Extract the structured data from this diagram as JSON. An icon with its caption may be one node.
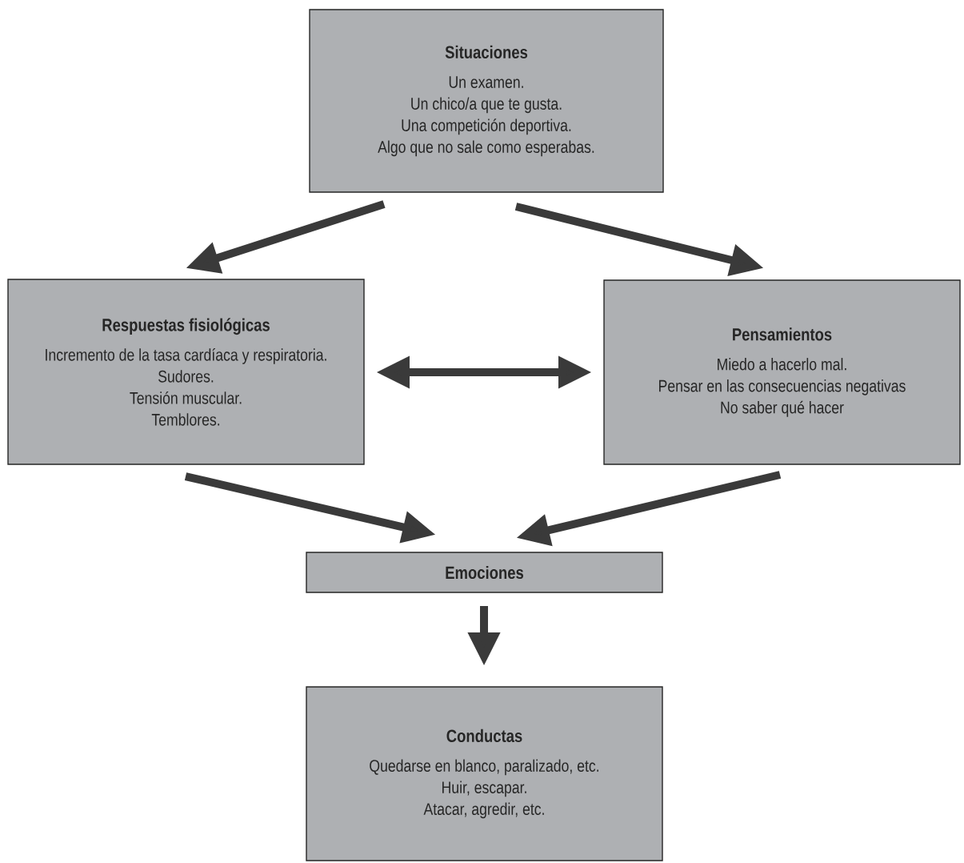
{
  "diagram": {
    "nodes": [
      {
        "text": [
          "Situaciones",
          "Un examen.",
          "Un chico/a que te gusta.",
          "Una competición deportiva.",
          "Algo que no sale como esperabas."
        ]
      },
      {
        "text": [
          "Respuestas fisiológicas",
          "Incremento de la tasa cardíaca y respiratoria.",
          "Sudores.",
          "Tensión muscular.",
          "Temblores."
        ]
      },
      {
        "text": [
          "Pensamientos",
          "Miedo a hacerlo mal.",
          "Pensar en las consecuencias negativas",
          "No saber qué hacer"
        ]
      },
      {
        "text": [
          "Emociones"
        ]
      },
      {
        "text": [
          "Conductas",
          "Quedarse en blanco, paralizado, etc.",
          "Huir, escapar.",
          "Atacar, agredir, etc."
        ]
      }
    ],
    "edges": [
      {
        "from": 0,
        "to": 1,
        "arrow": "to"
      },
      {
        "from": 0,
        "to": 2,
        "arrow": "to"
      },
      {
        "from": 1,
        "to": 2,
        "arrow": "both"
      },
      {
        "from": 1,
        "to": 3,
        "arrow": "to"
      },
      {
        "from": 2,
        "to": 3,
        "arrow": "to"
      },
      {
        "from": 3,
        "to": 4,
        "arrow": "to"
      }
    ]
  }
}
